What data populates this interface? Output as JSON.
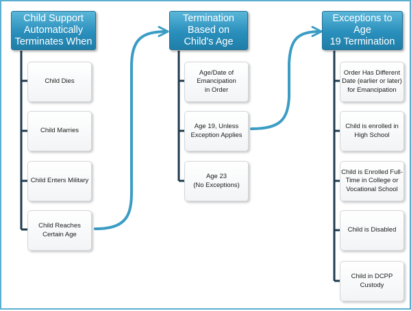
{
  "colors": {
    "accent": "#2a8fbc",
    "connector": "#3b9cc4",
    "stem": "#1f3b4d",
    "frame": "#5aaed0"
  },
  "columns": [
    {
      "header": "Child Support\nAutomatically\nTerminates When",
      "items": [
        "Child Dies",
        "Child Marries",
        "Child Enters Military",
        "Child Reaches\nCertain Age"
      ]
    },
    {
      "header": "Termination\nBased on\nChild's Age",
      "items": [
        "Age/Date of\nEmancipation\nin Order",
        "Age 19, Unless\nException Applies",
        "Age 23\n(No Exceptions)"
      ]
    },
    {
      "header": "Exceptions to  Age\n19 Termination",
      "items": [
        "Order Has Different\nDate (earlier or later)\nfor Emancipation",
        "Child is enrolled in\nHigh School",
        "Child is Enrolled Full-\nTime in College or\nVocational School",
        "Child is Disabled",
        "Child in DCPP\nCustody"
      ]
    }
  ]
}
